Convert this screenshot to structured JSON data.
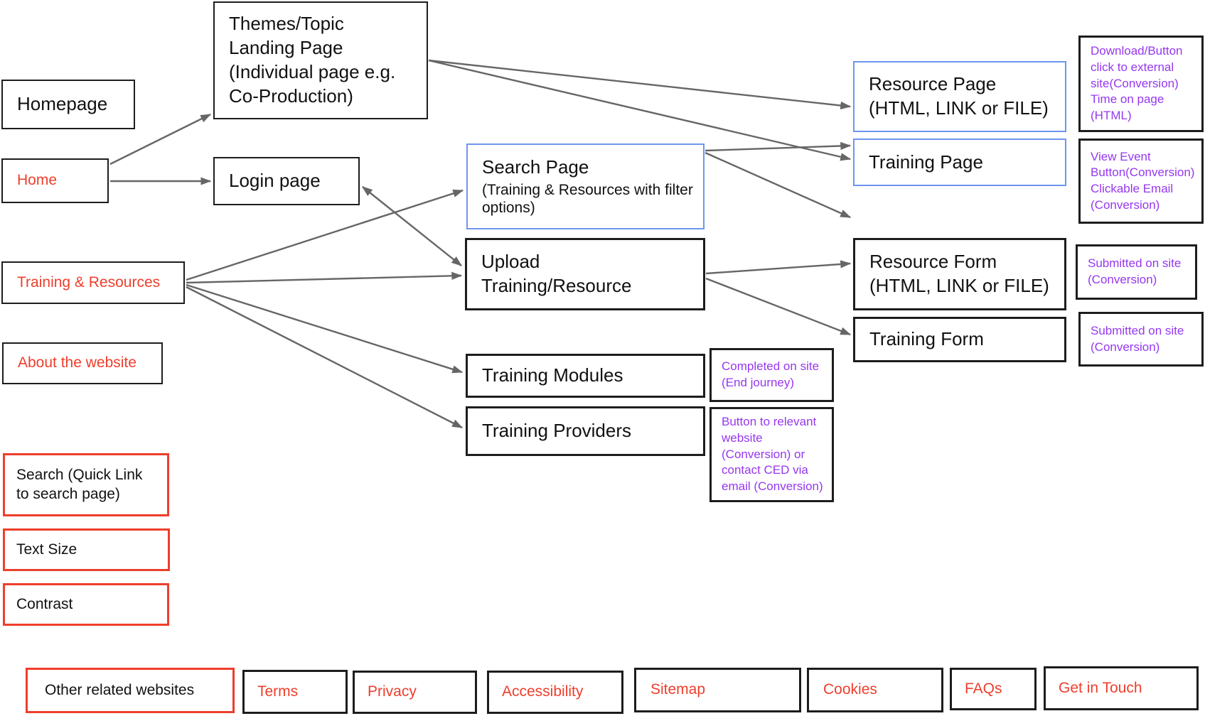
{
  "colors": {
    "red": "#ee3e2c",
    "purple": "#9637f0",
    "blue_border": "#6d96ee",
    "black_border": "#1d1d1d",
    "arrow_gray": "#666666",
    "background": "#ffffff"
  },
  "nav": {
    "homepage": {
      "label": "Homepage"
    },
    "home": {
      "label": "Home"
    },
    "training_resources": {
      "label": "Training & Resources"
    },
    "about_website": {
      "label": "About the website"
    }
  },
  "quick_links": {
    "search_quicklink": {
      "label": "Search (Quick Link\nto search page)"
    },
    "text_size": {
      "label": "Text Size"
    },
    "contrast": {
      "label": "Contrast"
    }
  },
  "flow": {
    "themes": {
      "label": "Themes/Topic\nLanding Page\n(Individual page e.g.\nCo-Production)"
    },
    "login": {
      "label": "Login page"
    },
    "search_page": {
      "label": "Search Page",
      "sublabel": "(Training & Resources with filter\noptions)"
    },
    "upload": {
      "label": "Upload\nTraining/Resource"
    },
    "training_modules": {
      "label": "Training Modules"
    },
    "training_providers": {
      "label": "Training Providers"
    },
    "resource_page": {
      "label": "Resource Page\n(HTML, LINK or FILE)"
    },
    "training_page": {
      "label": "Training Page"
    },
    "resource_form": {
      "label": "Resource Form\n(HTML, LINK or FILE)"
    },
    "training_form": {
      "label": "Training Form"
    }
  },
  "annotations": {
    "download_click": {
      "label": "Download/Button\nclick to external\nsite(Conversion)\nTime on page\n(HTML)"
    },
    "view_event": {
      "label": "View Event\nButton(Conversion)\nClickable Email\n(Conversion)"
    },
    "submitted_resource": {
      "label": "Submitted on site\n(Conversion)"
    },
    "submitted_training": {
      "label": "Submitted on site\n(Conversion)"
    },
    "completed_on_site": {
      "label": "Completed on site\n(End journey)"
    },
    "button_relevant": {
      "label": "Button to relevant\nwebsite\n(Conversion) or\ncontact CED via\nemail (Conversion)"
    }
  },
  "footer": {
    "other_websites": {
      "label": "Other related websites"
    },
    "terms": {
      "label": "Terms"
    },
    "privacy": {
      "label": "Privacy"
    },
    "accessibility": {
      "label": "Accessibility"
    },
    "sitemap": {
      "label": "Sitemap"
    },
    "cookies": {
      "label": "Cookies"
    },
    "faqs": {
      "label": "FAQs"
    },
    "get_in_touch": {
      "label": "Get in Touch"
    }
  }
}
